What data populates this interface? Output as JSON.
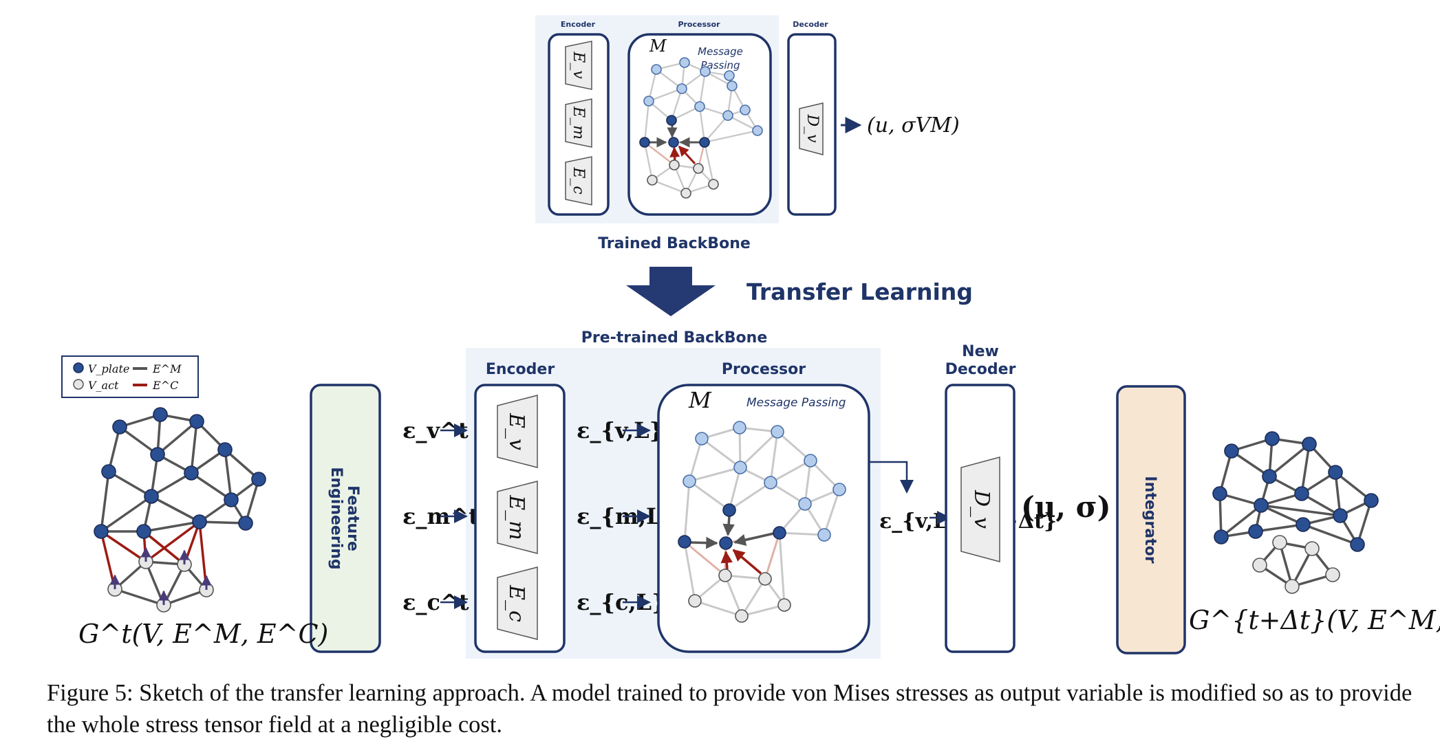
{
  "top_backbone": {
    "label": "Trained BackBone",
    "encoder_title": "Encoder",
    "processor_title": "Processor",
    "decoder_title": "Decoder",
    "encoders": [
      "E_v",
      "E_m",
      "E_c"
    ],
    "processor_symbol": "M",
    "message_passing": [
      "Message",
      "Passing"
    ],
    "decoder": "D_v",
    "output": "(u, σVM)"
  },
  "transfer_label": "Transfer Learning",
  "bottom_backbone": {
    "label": "Pre-trained BackBone",
    "encoder_title": "Encoder",
    "processor_title": "Processor",
    "decoder_title": [
      "New",
      "Decoder"
    ],
    "integrator": "Integrator",
    "feature_engineering": [
      "Feature",
      "Engineering"
    ],
    "message_passing": "Message Passing",
    "processor_symbol": "M",
    "inputs": [
      "ε_v^t",
      "ε_m^t",
      "ε_c^t"
    ],
    "latents": [
      "ε_{v,L}^t",
      "ε_{m,L}^t",
      "ε_{c,L}^t"
    ],
    "latent_next": "ε_{v,L}^{t+Δt}",
    "encoders": [
      "E_v",
      "E_m",
      "E_c"
    ],
    "decoder": "D_v",
    "output": "(u, σ)"
  },
  "legend": {
    "v_plate": "V_plate",
    "v_act": "V_act",
    "e_m": "E^M",
    "e_c": "E^C"
  },
  "graph_left_label": "G^t(V, E^M, E^C)",
  "graph_right_label": "G^{t+Δt}(V, E^M, E^C)",
  "caption": "Figure 5: Sketch of the transfer learning approach. A model trained to provide von Mises stresses as output variable is modified so as to provide the whole stress tensor field at a negligible cost.",
  "colors": {
    "navy": "#1f3468",
    "node_dark": "#2a4f92",
    "node_light": "#b5cdec",
    "node_white": "#e6e6e6",
    "edge_contact": "#9b1c14",
    "panel_bg": "#eef3fa",
    "feature_bg": "#eaf3e6",
    "integrator_bg": "#f7e6d2"
  }
}
